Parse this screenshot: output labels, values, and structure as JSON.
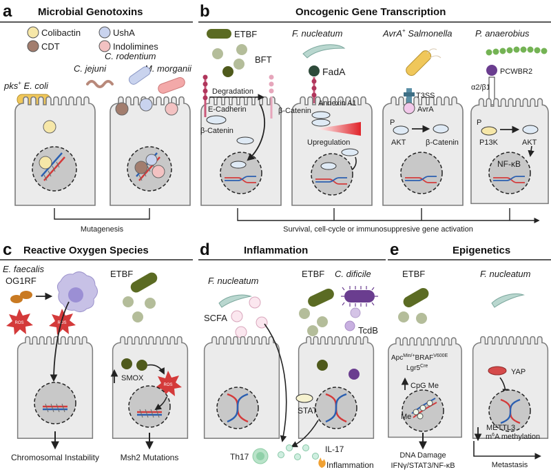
{
  "panels": {
    "a": {
      "letter": "a",
      "title": "Microbial Genotoxins",
      "legend": [
        "Colibactin",
        "UshA",
        "CDT",
        "Indolimines"
      ],
      "organisms": [
        "pks",
        "+",
        " E. coli",
        "C. jejuni",
        "C. rodentium",
        "M. morganii"
      ],
      "bottom": "Mutagenesis"
    },
    "b": {
      "letter": "b",
      "title": "Oncogenic Gene Transcription",
      "cell1": [
        "ETBF",
        "BFT",
        "Degradation",
        "E-Cadherin",
        "β-Catenin"
      ],
      "cell2": [
        "F. nucleatum",
        "FadA",
        "Annexin A1",
        "β-Catenin",
        "Upregulation"
      ],
      "cell3": [
        "AvrA",
        "+",
        " Salmonella",
        "T3SS",
        "AvrA",
        "P",
        "AKT",
        "β-Catenin"
      ],
      "cell4": [
        "P. anaerobius",
        "PCWBR2",
        "α2/β1",
        "P",
        "P13K",
        "AKT",
        "NF-κB"
      ],
      "bottom": "Survival, cell-cycle or immunosuppresive gene activation"
    },
    "c": {
      "letter": "c",
      "title": "Reactive Oxygen Species",
      "organisms": [
        "E. faecalis",
        "OG1RF",
        "ETBF"
      ],
      "labels": [
        "ROS",
        "SMOX"
      ],
      "outcomes": [
        "Chromosomal Instability",
        "Msh2 Mutations"
      ]
    },
    "d": {
      "letter": "d",
      "title": "Inflammation",
      "organisms": [
        "F. nucleatum",
        "ETBF",
        "C. dificile"
      ],
      "labels": [
        "SCFA",
        "TcdB",
        "STAT3",
        "Th17",
        "IL-17",
        "Inflammation"
      ]
    },
    "e": {
      "letter": "e",
      "title": "Epigenetics",
      "organisms": [
        "ETBF",
        "F. nucleatum"
      ],
      "mouse": [
        "Apc",
        "Min/+",
        "BRAF",
        "V600E",
        "Lgr5",
        "Cre"
      ],
      "labels": [
        "CpG Me",
        "Me",
        "YAP",
        "METTL3",
        "m",
        "6",
        "A methylation"
      ],
      "outcomes": [
        "DNA Damage",
        "IFNγ/STAT3/NF-κB",
        "Metastasis"
      ]
    }
  },
  "colors": {
    "cell_fill": "#ebebeb",
    "cell_stroke": "#7a7a7a",
    "nucleus": "#c8c8c8",
    "colibactin": "#f6e7a8",
    "usha": "#c9d3ee",
    "cdt": "#a27d6e",
    "indolimines": "#f3c2c2",
    "etbf": "#5b6b23",
    "fusobacterium": "#b9d7cf",
    "ros": "#d43a3a"
  }
}
